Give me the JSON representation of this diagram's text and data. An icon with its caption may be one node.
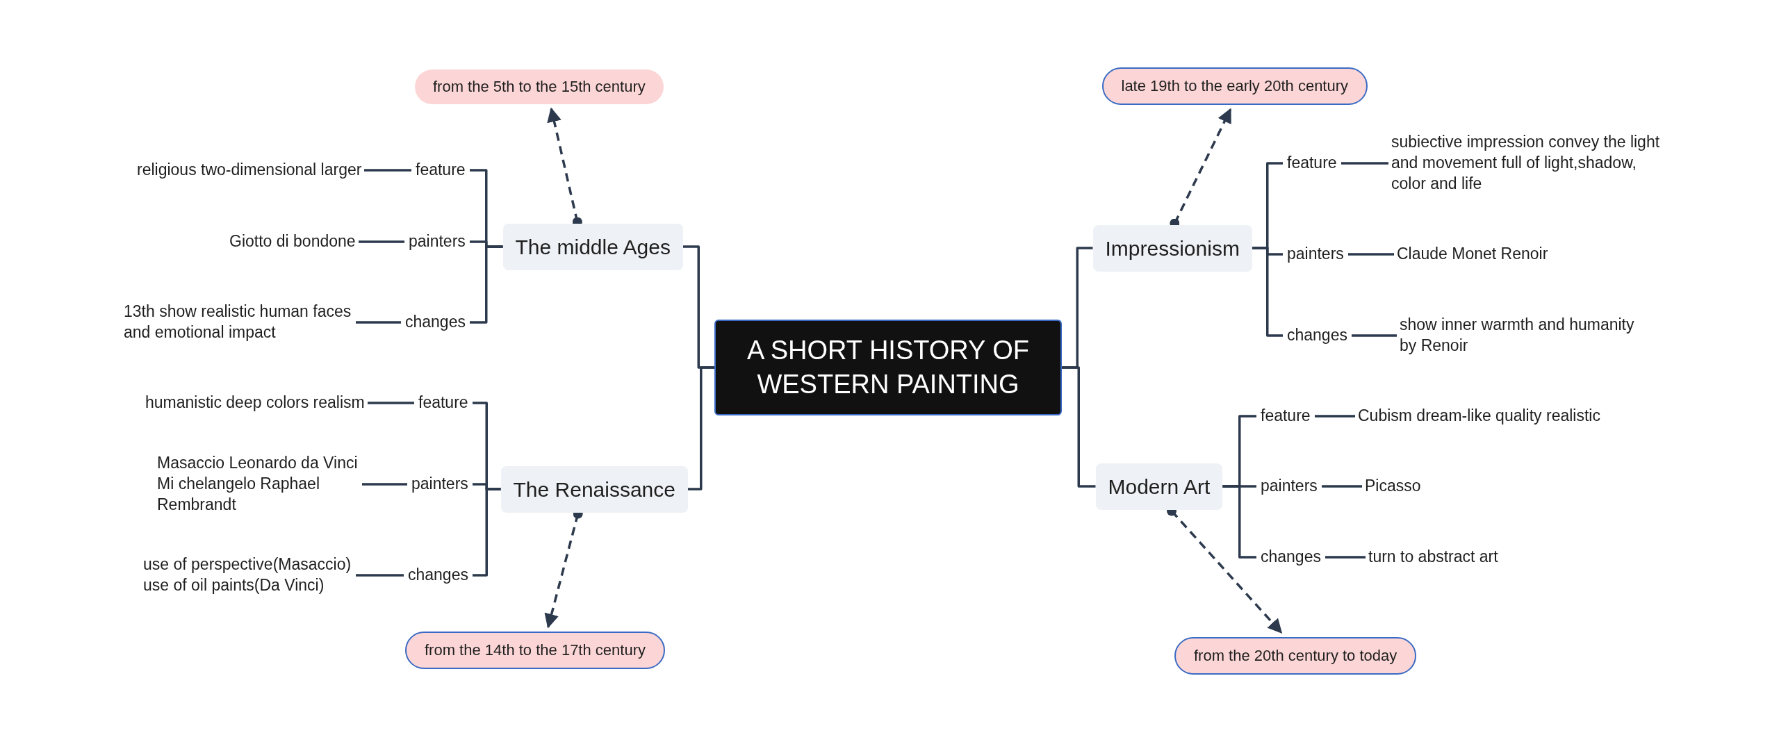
{
  "diagram": {
    "nodes": [
      {
        "text": [
          "A SHORT HISTORY OF WESTERN PAINTING"
        ]
      },
      {
        "text": [
          "The middle Ages"
        ]
      },
      {
        "text": [
          "from the 5th to the 15th century"
        ]
      },
      {
        "text": [
          "feature"
        ]
      },
      {
        "text": [
          "religious two-dimensional larger"
        ]
      },
      {
        "text": [
          "painters"
        ]
      },
      {
        "text": [
          "Giotto di bondone"
        ]
      },
      {
        "text": [
          "changes"
        ]
      },
      {
        "text": [
          "13th show realistic human faces and emotional impact"
        ]
      },
      {
        "text": [
          "The Renaissance"
        ]
      },
      {
        "text": [
          "from the 14th to the 17th century"
        ]
      },
      {
        "text": [
          "feature"
        ]
      },
      {
        "text": [
          "humanistic deep colors realism"
        ]
      },
      {
        "text": [
          "painters"
        ]
      },
      {
        "text": [
          "Masaccio Leonardo da Vinci Mi chelangelo Raphael Rembrandt"
        ]
      },
      {
        "text": [
          "changes"
        ]
      },
      {
        "text": [
          "use of perspective(Masaccio) use of oil paints(Da Vinci)"
        ]
      },
      {
        "text": [
          "Impressionism"
        ]
      },
      {
        "text": [
          "late 19th to the early 20th century"
        ]
      },
      {
        "text": [
          "feature"
        ]
      },
      {
        "text": [
          "subiective impression convey the light and movement full of light,shadow, color and life"
        ]
      },
      {
        "text": [
          "painters"
        ]
      },
      {
        "text": [
          "Claude Monet Renoir"
        ]
      },
      {
        "text": [
          "changes"
        ]
      },
      {
        "text": [
          "show inner warmth and humanity by Renoir"
        ]
      },
      {
        "text": [
          "Modern Art"
        ]
      },
      {
        "text": [
          "from the 20th century to today"
        ]
      },
      {
        "text": [
          "feature"
        ]
      },
      {
        "text": [
          "Cubism dream-like quality realistic"
        ]
      },
      {
        "text": [
          "painters"
        ]
      },
      {
        "text": [
          "Picasso"
        ]
      },
      {
        "text": [
          "changes"
        ]
      },
      {
        "text": [
          "turn to abstract art"
        ]
      }
    ],
    "edges": [
      {
        "from": 0,
        "to": 1,
        "arrow": "none"
      },
      {
        "from": 0,
        "to": 9,
        "arrow": "none"
      },
      {
        "from": 0,
        "to": 17,
        "arrow": "none"
      },
      {
        "from": 0,
        "to": 25,
        "arrow": "none"
      },
      {
        "from": 1,
        "to": 2,
        "arrow": "to",
        "style": "dashed"
      },
      {
        "from": 1,
        "to": 3,
        "arrow": "none"
      },
      {
        "from": 1,
        "to": 5,
        "arrow": "none"
      },
      {
        "from": 1,
        "to": 7,
        "arrow": "none"
      },
      {
        "from": 3,
        "to": 4,
        "arrow": "none"
      },
      {
        "from": 5,
        "to": 6,
        "arrow": "none"
      },
      {
        "from": 7,
        "to": 8,
        "arrow": "none"
      },
      {
        "from": 9,
        "to": 10,
        "arrow": "to",
        "style": "dashed"
      },
      {
        "from": 9,
        "to": 11,
        "arrow": "none"
      },
      {
        "from": 9,
        "to": 13,
        "arrow": "none"
      },
      {
        "from": 9,
        "to": 15,
        "arrow": "none"
      },
      {
        "from": 11,
        "to": 12,
        "arrow": "none"
      },
      {
        "from": 13,
        "to": 14,
        "arrow": "none"
      },
      {
        "from": 15,
        "to": 16,
        "arrow": "none"
      },
      {
        "from": 17,
        "to": 18,
        "arrow": "to",
        "style": "dashed"
      },
      {
        "from": 17,
        "to": 19,
        "arrow": "none"
      },
      {
        "from": 17,
        "to": 21,
        "arrow": "none"
      },
      {
        "from": 17,
        "to": 23,
        "arrow": "none"
      },
      {
        "from": 19,
        "to": 20,
        "arrow": "none"
      },
      {
        "from": 21,
        "to": 22,
        "arrow": "none"
      },
      {
        "from": 23,
        "to": 24,
        "arrow": "none"
      },
      {
        "from": 25,
        "to": 26,
        "arrow": "to",
        "style": "dashed"
      },
      {
        "from": 25,
        "to": 27,
        "arrow": "none"
      },
      {
        "from": 25,
        "to": 29,
        "arrow": "none"
      },
      {
        "from": 25,
        "to": 31,
        "arrow": "none"
      },
      {
        "from": 27,
        "to": 28,
        "arrow": "none"
      },
      {
        "from": 29,
        "to": 30,
        "arrow": "none"
      },
      {
        "from": 31,
        "to": 32,
        "arrow": "none"
      }
    ]
  }
}
